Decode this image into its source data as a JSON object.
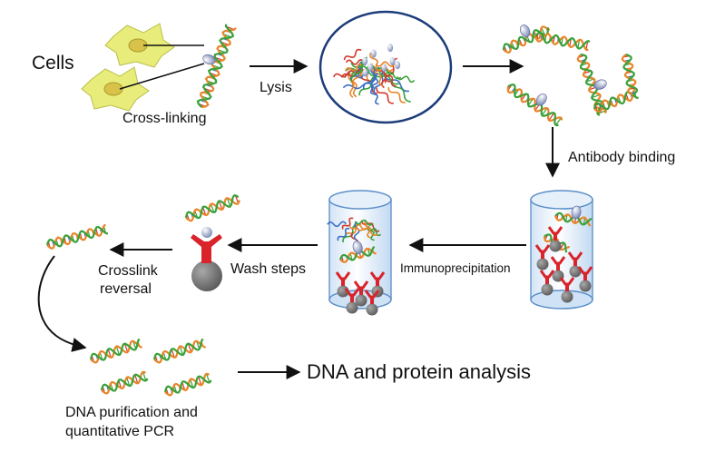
{
  "labels": {
    "cells": "Cells",
    "cross_linking": "Cross-linking",
    "lysis": "Lysis",
    "antibody_binding": "Antibody binding",
    "immunoprecipitation": "Immunoprecipitation",
    "wash_steps": "Wash steps",
    "crosslink_reversal_1": "Crosslink",
    "crosslink_reversal_2": "reversal",
    "dna_protein_analysis": "DNA and protein analysis",
    "dna_purification_1": "DNA purification and",
    "dna_purification_2": "quantitative PCR"
  },
  "colors": {
    "cell_fill": "#e8ec7a",
    "nucleus": "#d9c24a",
    "strand_orange": "#e8852a",
    "strand_green": "#3aa13a",
    "strand_blue": "#3a6fc6",
    "strand_red": "#d23a2a",
    "protein": "#9aa6c6",
    "antibody": "#d8242a",
    "bead": "#777777",
    "tube": "#5b8fc9",
    "arrow": "#111111"
  }
}
